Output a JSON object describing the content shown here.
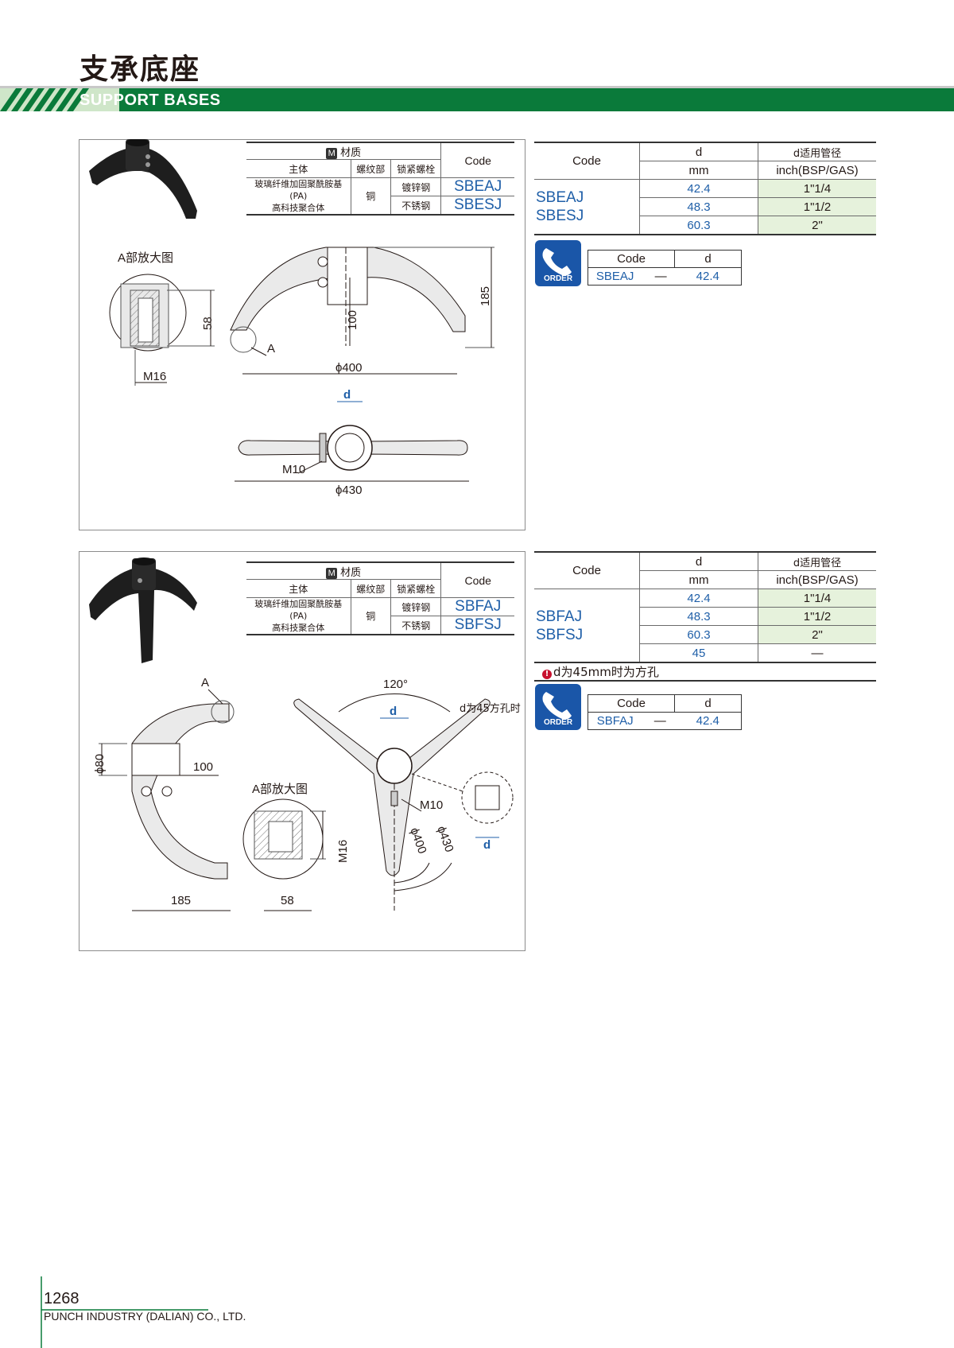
{
  "page": {
    "title_cn": "支承底座",
    "title_en": "SUPPORT BASES",
    "page_number": "1268",
    "company": "PUNCH INDUSTRY (DALIAN) CO., LTD.",
    "colors": {
      "green": "#0a7a3a",
      "blue": "#1f5fa8",
      "order_blue": "#1a56a8",
      "table_green": "#e6f2dc"
    }
  },
  "product1": {
    "material_table": {
      "header_icon": "M",
      "header_label": "材质",
      "col_main": "主体",
      "col_thread": "螺纹部",
      "col_bolt": "锁紧螺栓",
      "col_code": "Code",
      "main_material_line1": "玻璃纤维加固聚酰胺基(PA)",
      "main_material_line2": "高科技聚合体",
      "thread_material": "铜",
      "rows": [
        {
          "bolt": "镀锌钢",
          "code": "SBEAJ"
        },
        {
          "bolt": "不锈钢",
          "code": "SBESJ"
        }
      ]
    },
    "spec_table": {
      "col_code": "Code",
      "col_d": "d",
      "col_d_unit": "mm",
      "col_pipe": "d适用管径",
      "col_pipe_unit": "inch(BSP/GAS)",
      "codes": [
        "SBEAJ",
        "SBESJ"
      ],
      "rows": [
        {
          "d": "42.4",
          "pipe": "1\"1/4"
        },
        {
          "d": "48.3",
          "pipe": "1\"1/2"
        },
        {
          "d": "60.3",
          "pipe": "2\""
        }
      ]
    },
    "order": {
      "label": "ORDER",
      "col_code": "Code",
      "col_d": "d",
      "code": "SBEAJ",
      "dash": "—",
      "d": "42.4"
    },
    "drawing": {
      "detail_label": "A部放大图",
      "dim_58": "58",
      "dim_m16": "M16",
      "dim_100": "100",
      "dim_185": "185",
      "label_a": "A",
      "dim_phi400": "ϕ400",
      "dim_d": "d",
      "dim_m10": "M10",
      "dim_phi430": "ϕ430"
    }
  },
  "product2": {
    "material_table": {
      "header_icon": "M",
      "header_label": "材质",
      "col_main": "主体",
      "col_thread": "螺纹部",
      "col_bolt": "锁紧螺栓",
      "col_code": "Code",
      "main_material_line1": "玻璃纤维加固聚酰胺基(PA)",
      "main_material_line2": "高科技聚合体",
      "thread_material": "铜",
      "rows": [
        {
          "bolt": "镀锌钢",
          "code": "SBFAJ"
        },
        {
          "bolt": "不锈钢",
          "code": "SBFSJ"
        }
      ]
    },
    "spec_table": {
      "col_code": "Code",
      "col_d": "d",
      "col_d_unit": "mm",
      "col_pipe": "d适用管径",
      "col_pipe_unit": "inch(BSP/GAS)",
      "codes": [
        "SBFAJ",
        "SBFSJ"
      ],
      "rows": [
        {
          "d": "42.4",
          "pipe": "1\"1/4"
        },
        {
          "d": "48.3",
          "pipe": "1\"1/2"
        },
        {
          "d": "60.3",
          "pipe": "2\""
        },
        {
          "d": "45",
          "pipe": "—"
        }
      ],
      "note": "d为45mm时为方孔"
    },
    "order": {
      "label": "ORDER",
      "col_code": "Code",
      "col_d": "d",
      "code": "SBFAJ",
      "dash": "—",
      "d": "42.4"
    },
    "drawing": {
      "label_a": "A",
      "dim_phi80": "ϕ80",
      "dim_100": "100",
      "dim_185": "185",
      "detail_label": "A部放大图",
      "dim_m16": "M16",
      "dim_58": "58",
      "angle": "120°",
      "dim_d": "d",
      "square_label": "d为45方孔时",
      "dim_m10": "M10",
      "dim_phi400": "ϕ400",
      "dim_phi430": "ϕ430",
      "dim_d2": "d"
    }
  }
}
